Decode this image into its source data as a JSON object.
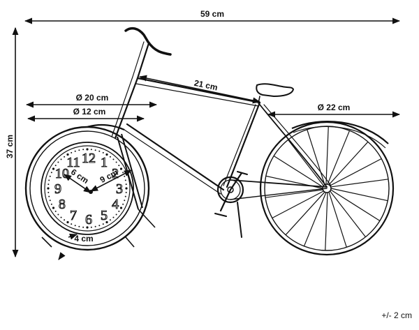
{
  "dimensions": {
    "total_width": "59 cm",
    "total_height": "37 cm",
    "clock_case_diameter": "Ø 20 cm",
    "clock_face_diameter": "Ø 12 cm",
    "frame_length": "21 cm",
    "rear_wheel_diameter": "Ø 22 cm",
    "hour_hand": "6 cm",
    "minute_hand": "9 cm",
    "depth": "4 cm",
    "tolerance": "+/- 2 cm"
  },
  "clock_numerals": [
    "12",
    "1",
    "2",
    "3",
    "4",
    "5",
    "6",
    "7",
    "8",
    "9",
    "10",
    "11"
  ]
}
